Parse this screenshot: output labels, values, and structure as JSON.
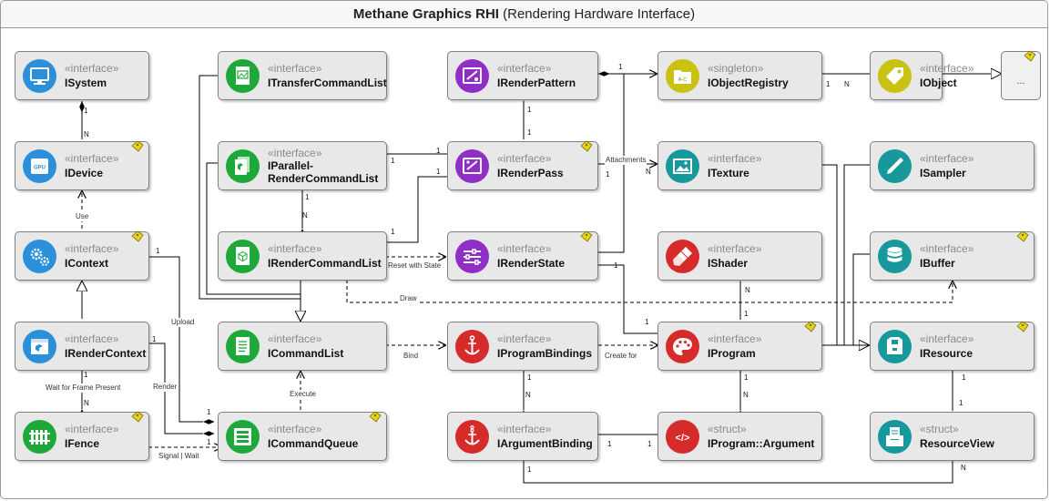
{
  "title": {
    "main": "Methane Graphics RHI",
    "sub": "(Rendering Hardware Interface)"
  },
  "nodes": {
    "isystem": {
      "stereotype": "«interface»",
      "name": "ISystem"
    },
    "idevice": {
      "stereotype": "«interface»",
      "name": "IDevice"
    },
    "icontext": {
      "stereotype": "«interface»",
      "name": "IContext"
    },
    "irendercontext": {
      "stereotype": "«interface»",
      "name": "IRenderContext"
    },
    "ifence": {
      "stereotype": "«interface»",
      "name": "IFence"
    },
    "itransfercommandlist": {
      "stereotype": "«interface»",
      "name": "ITransferCommandList"
    },
    "iparallelrendercommandlist": {
      "stereotype": "«interface»",
      "name": "IParallel-",
      "name2": "RenderCommandList"
    },
    "irendercommandlist": {
      "stereotype": "«interface»",
      "name": "IRenderCommandList"
    },
    "icommandlist": {
      "stereotype": "«interface»",
      "name": "ICommandList"
    },
    "icommandqueue": {
      "stereotype": "«interface»",
      "name": "ICommandQueue"
    },
    "irenderpattern": {
      "stereotype": "«interface»",
      "name": "IRenderPattern"
    },
    "irenderpass": {
      "stereotype": "«interface»",
      "name": "IRenderPass"
    },
    "irenderstate": {
      "stereotype": "«interface»",
      "name": "IRenderState"
    },
    "iprogrambindings": {
      "stereotype": "«interface»",
      "name": "IProgramBindings"
    },
    "iargumentbinding": {
      "stereotype": "«interface»",
      "name": "IArgumentBinding"
    },
    "iobjectregistry": {
      "stereotype": "«singleton»",
      "name": "IObjectRegistry"
    },
    "itexture": {
      "stereotype": "«interface»",
      "name": "ITexture"
    },
    "ishader": {
      "stereotype": "«interface»",
      "name": "IShader"
    },
    "iprogram": {
      "stereotype": "«interface»",
      "name": "IProgram"
    },
    "iprogramargument": {
      "stereotype": "«struct»",
      "name": "IProgram::Argument"
    },
    "iobject": {
      "stereotype": "«interface»",
      "name": "IObject"
    },
    "isampler": {
      "stereotype": "«interface»",
      "name": "ISampler"
    },
    "ibuffer": {
      "stereotype": "«interface»",
      "name": "IBuffer"
    },
    "iresource": {
      "stereotype": "«interface»",
      "name": "IResource"
    },
    "resourceview": {
      "stereotype": "«struct»",
      "name": "ResourceView"
    },
    "more": {
      "label": "..."
    }
  },
  "labels": {
    "use": "Use",
    "upload": "Upload",
    "render": "Render",
    "wait_for_frame_present": "Wait for Frame Present",
    "signal_wait": "Signal | Wait",
    "execute": "Execute",
    "bind": "Bind",
    "create_for": "Create for",
    "reset_with_state": "Reset with State",
    "draw": "Draw",
    "attachments": "Attachments",
    "gpu": "GPU",
    "code": "</>",
    "registry_letters": "A-C"
  },
  "multiplicities": {
    "one": "1",
    "n": "N"
  },
  "colors": {
    "blue": "#2b8fd9",
    "green": "#1fa83a",
    "purple": "#8f2fc6",
    "red": "#d62b2b",
    "olive": "#c9c210",
    "teal": "#16989c",
    "tag": "#e6d219"
  }
}
